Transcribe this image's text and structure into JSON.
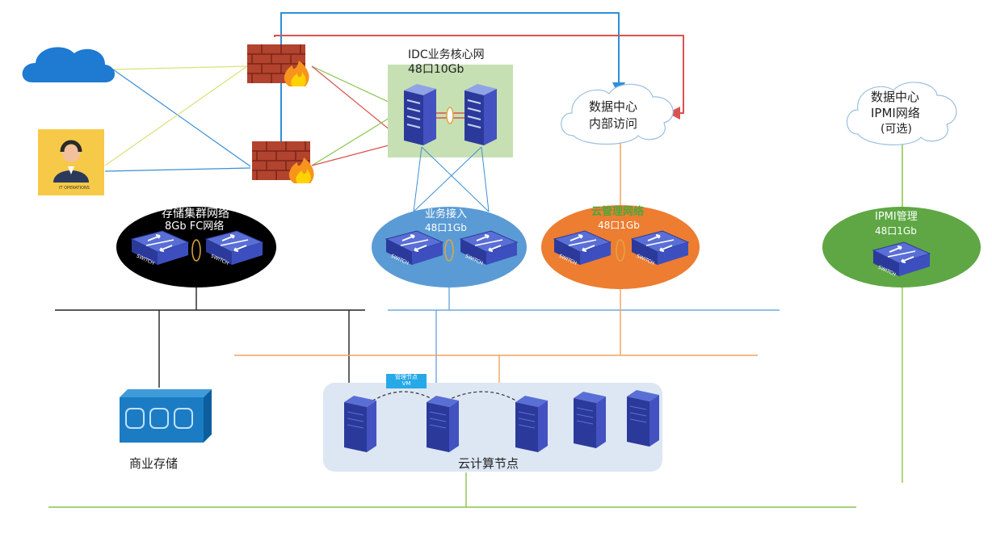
{
  "idc_core": {
    "title": "IDC业务核心网",
    "subtitle": "48口10Gb"
  },
  "internal_access": {
    "line1": "数据中心",
    "line2": "内部访问"
  },
  "ipmi_cloud": {
    "line1": "数据中心",
    "line2": "IPMI网络",
    "line3": "(可选)"
  },
  "storage_net": {
    "title": "存储集群网络",
    "subtitle": "8Gb FC网络"
  },
  "business_access": {
    "title": "业务接入",
    "subtitle": "48口1Gb"
  },
  "cloud_mgmt": {
    "title": "云管理网络",
    "subtitle": "48口1Gb"
  },
  "ipmi_mgmt": {
    "title": "IPMI管理",
    "subtitle": "48口1Gb"
  },
  "commercial_storage": {
    "label": "商业存储"
  },
  "compute_nodes": {
    "label": "云计算节点",
    "tag_line1": "管理节点",
    "tag_line2": "VM"
  },
  "operator": {
    "label": "IT OPERATIONS"
  },
  "switch_text": "SWITCH",
  "colors": {
    "blue_link": "#3b8fd6",
    "red_link": "#d9534f",
    "orange_link": "#f0a35e",
    "green_link": "#8bc34a",
    "yellow_link": "#d8e27a",
    "business_fill": "#5b9bd5",
    "mgmt_fill": "#ed7d31",
    "ipmi_fill": "#5ea744",
    "idc_fill": "#c6e0b4",
    "compute_fill": "#dde7f3"
  }
}
